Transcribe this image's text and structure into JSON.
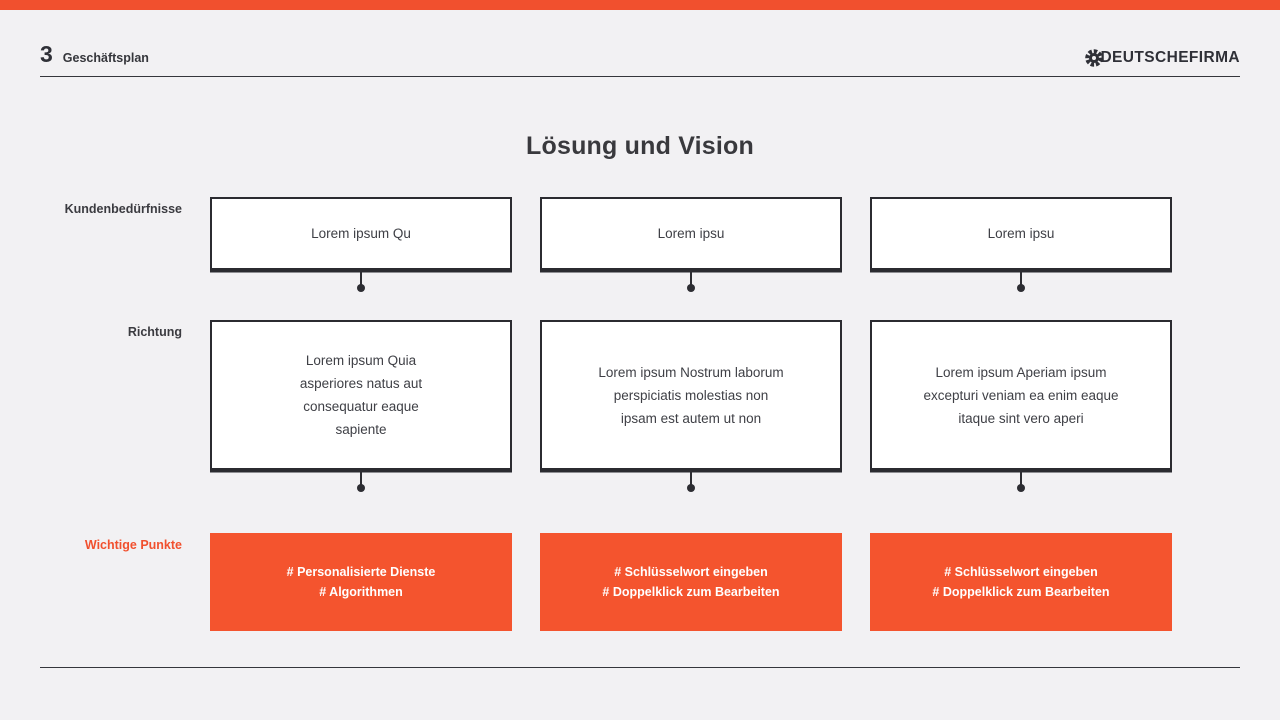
{
  "colors": {
    "accent": "#f1502e",
    "box_fill": "#f4542e",
    "background": "#f2f1f3",
    "ink": "#2b2b30"
  },
  "header": {
    "slide_number": "3",
    "slide_label": "Geschäftsplan",
    "brand": "DEUTSCHEFIRMA",
    "brand_icon": "gear-icon"
  },
  "title": "Lösung und Vision",
  "rows": [
    {
      "label": "Kundenbedürfnisse"
    },
    {
      "label": "Richtung"
    },
    {
      "label": "Wichtige Punkte"
    }
  ],
  "columns": [
    {
      "need": "Lorem ipsum Qu",
      "direction": "Lorem ipsum Quia asperiores natus aut consequatur eaque sapiente",
      "points": [
        "# Personalisierte Dienste",
        "# Algorithmen"
      ]
    },
    {
      "need": "Lorem ipsu",
      "direction": "Lorem ipsum Nostrum laborum perspiciatis molestias non ipsam est autem ut non",
      "points": [
        "# Schlüsselwort eingeben",
        "# Doppelklick zum Bearbeiten"
      ]
    },
    {
      "need": "Lorem ipsu",
      "direction": "Lorem ipsum Aperiam ipsum excepturi veniam ea enim eaque itaque sint vero aperi",
      "points": [
        "# Schlüsselwort eingeben",
        "# Doppelklick zum Bearbeiten"
      ]
    }
  ]
}
